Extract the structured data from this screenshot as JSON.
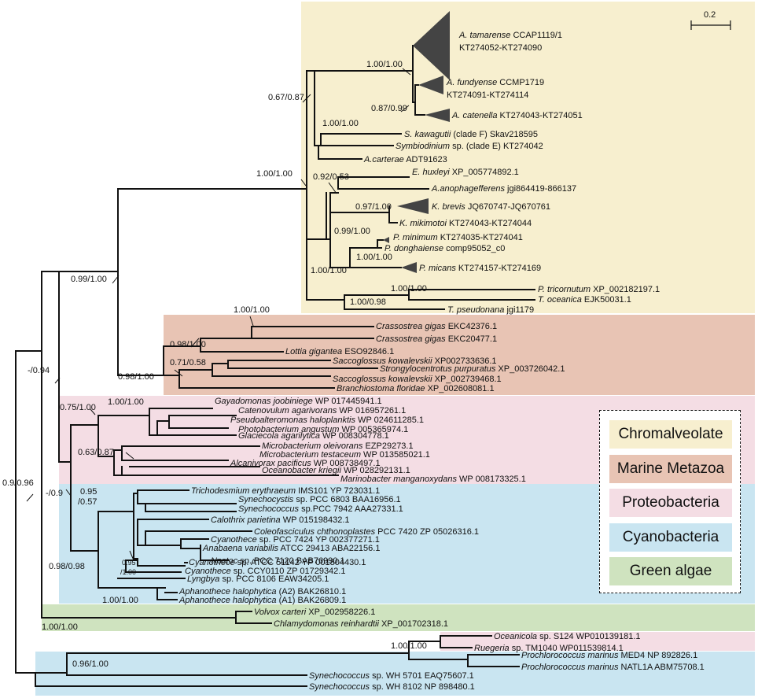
{
  "scale_bar": {
    "label": "0.2"
  },
  "legend": {
    "items": [
      {
        "label": "Chromalveolate",
        "color": "#f7efcf"
      },
      {
        "label": "Marine Metazoa",
        "color": "#e8c4b4"
      },
      {
        "label": "Proteobacteria",
        "color": "#f4dde4"
      },
      {
        "label": "Cyanobacteria",
        "color": "#c9e5f1"
      },
      {
        "label": "Green algae",
        "color": "#cfe3bf"
      }
    ]
  },
  "support_values": [
    "1.00/1.00",
    "0.87/0.99",
    "0.67/0.87",
    "1.00/1.00",
    "1.00/1.00",
    "0.92/0.53",
    "0.97/1.00",
    "0.99/1.00",
    "1.00/1.00",
    "1.00/1.00",
    "1.00/1.00",
    "1.00/0.98",
    "0.99/1.00",
    "1.00/1.00",
    "0.98/1.00",
    "0.98/1.00",
    "0.71/0.58",
    "-/0.94",
    "0.75/1.00",
    "1.00/1.00",
    "0.63/0.87",
    "-/0.9",
    "0.95",
    "/0.57",
    "0.98/0.98",
    "0.95",
    "/1.00",
    "1.00/1.00",
    "1.00/1.00",
    "0.9/0.96",
    "1.00/1.00",
    "0.96/1.00"
  ],
  "taxa": [
    {
      "name": "A. tamarense",
      "rest": " CCAP1119/1",
      "line2": "KT274052-KT274090"
    },
    {
      "name": "A. fundyense",
      "rest": " CCMP1719",
      "line2": "KT274091-KT274114"
    },
    {
      "name": "A. catenella",
      "rest": " KT274043-KT274051"
    },
    {
      "name": "S. kawagutii",
      "rest": " (clade F) Skav218595"
    },
    {
      "name": "Symbiodinium",
      "rest": " sp. (clade E) KT274042"
    },
    {
      "name": "A.carterae",
      "rest": " ADT91623"
    },
    {
      "name": "E. huxleyi",
      "rest": "  XP_005774892.1"
    },
    {
      "name": "A.anophagefferens",
      "rest": " jgi864419-866137"
    },
    {
      "name": "K. brevis",
      "rest": " JQ670747-JQ670761"
    },
    {
      "name": "K. mikimotoi",
      "rest": " KT274043-KT274044"
    },
    {
      "name": "P. minimum",
      "rest": " KT274035-KT274041"
    },
    {
      "name": "P. donghaiense",
      "rest": " comp95052_c0"
    },
    {
      "name": "P. micans",
      "rest": " KT274157-KT274169"
    },
    {
      "name": "P. tricornutum",
      "rest": " XP_002182197.1"
    },
    {
      "name": "T. oceanica",
      "rest": " EJK50031.1"
    },
    {
      "name": "T. pseudonana",
      "rest": "  jgi1179"
    },
    {
      "name": "Crassostrea gigas",
      "rest": " EKC42376.1"
    },
    {
      "name": "Crassostrea gigas",
      "rest": " EKC20477.1"
    },
    {
      "name": "Lottia gigantea",
      "rest": " ESO92846.1"
    },
    {
      "name": "Saccoglossus kowalevskii",
      "rest": " XP002733636.1"
    },
    {
      "name": "Strongylocentrotus purpuratus",
      "rest": " XP_003726042.1"
    },
    {
      "name": "Saccoglossus kowalevskii",
      "rest": "  XP_002739468.1"
    },
    {
      "name": "Branchiostoma floridae",
      "rest": " XP_002608081.1"
    },
    {
      "name": "Gayadomonas joobiniege",
      "rest": " WP 017445941.1"
    },
    {
      "name": "Catenovulum agarivorans",
      "rest": " WP 016957261.1"
    },
    {
      "name": "Pseudoalteromonas haloplanktis",
      "rest": " WP 024611285.1"
    },
    {
      "name": "Photobacterium angustum",
      "rest": " WP 005365974.1"
    },
    {
      "name": "Glaciecola agarilytica",
      "rest": " WP 008304778.1"
    },
    {
      "name": "Microbacterium oleivorans",
      "rest": " EZP29273.1"
    },
    {
      "name": "Microbacterium testaceum",
      "rest": " WP 013585021.1"
    },
    {
      "name": "Alcanivorax pacificus",
      "rest": " WP 008738497.1"
    },
    {
      "name": "Oceanobacter kriegii",
      "rest": " WP 028292131.1"
    },
    {
      "name": "Marinobacter manganoxydans",
      "rest": " WP 008173325.1"
    },
    {
      "name": "Trichodesmium erythraeum",
      "rest": " IMS101  YP 723031.1"
    },
    {
      "name": "Synechocystis",
      "rest": " sp. PCC 6803 BAA16956.1"
    },
    {
      "name": "Synechococcus",
      "rest": " sp.PCC 7942 AAA27331.1"
    },
    {
      "name": "Calothrix parietina",
      "rest": " WP 015198432.1"
    },
    {
      "name": "Coleofasciculus chthonoplastes",
      "rest": " PCC 7420 ZP 05026316.1"
    },
    {
      "name": "Cyanothece",
      "rest": " sp. PCC 7424 YP 002377271.1"
    },
    {
      "name": "Anabaena variabilis",
      "rest": " ATCC 29413  ABA22156.1"
    },
    {
      "name": "Nostoc",
      "rest": " sp. PCC 7120  BAB76990.1"
    },
    {
      "name": "Cyanothece",
      "rest": " sp. ATCC 51142 YP 001804430.1"
    },
    {
      "name": "Cyanothece",
      "rest": " sp. CCY0110 ZP 01729342.1"
    },
    {
      "name": "Lyngbya",
      "rest": " sp. PCC 8106 EAW34205.1"
    },
    {
      "name": "Aphanothece halophytica",
      "rest": " (A2) BAK26810.1"
    },
    {
      "name": "Aphanothece halophytica",
      "rest": " (A1) BAK26809.1"
    },
    {
      "name": "Volvox carteri",
      "rest": " XP_002958226.1"
    },
    {
      "name": "Chlamydomonas reinhardtii",
      "rest": "  XP_001702318.1"
    },
    {
      "name": "Oceanicola",
      "rest": " sp. S124 WP010139181.1"
    },
    {
      "name": "Ruegeria",
      "rest": " sp. TM1040 WP011539814.1"
    },
    {
      "name": "Prochlorococcus marinus",
      "rest": " MED4 NP 892826.1"
    },
    {
      "name": "Prochlorococcus marinus",
      "rest": " NATL1A  ABM75708.1"
    },
    {
      "name": "Synechococcus",
      "rest": " sp. WH 5701 EAQ75607.1"
    },
    {
      "name": "Synechococcus",
      "rest": " sp. WH 8102 NP 898480.1"
    }
  ]
}
